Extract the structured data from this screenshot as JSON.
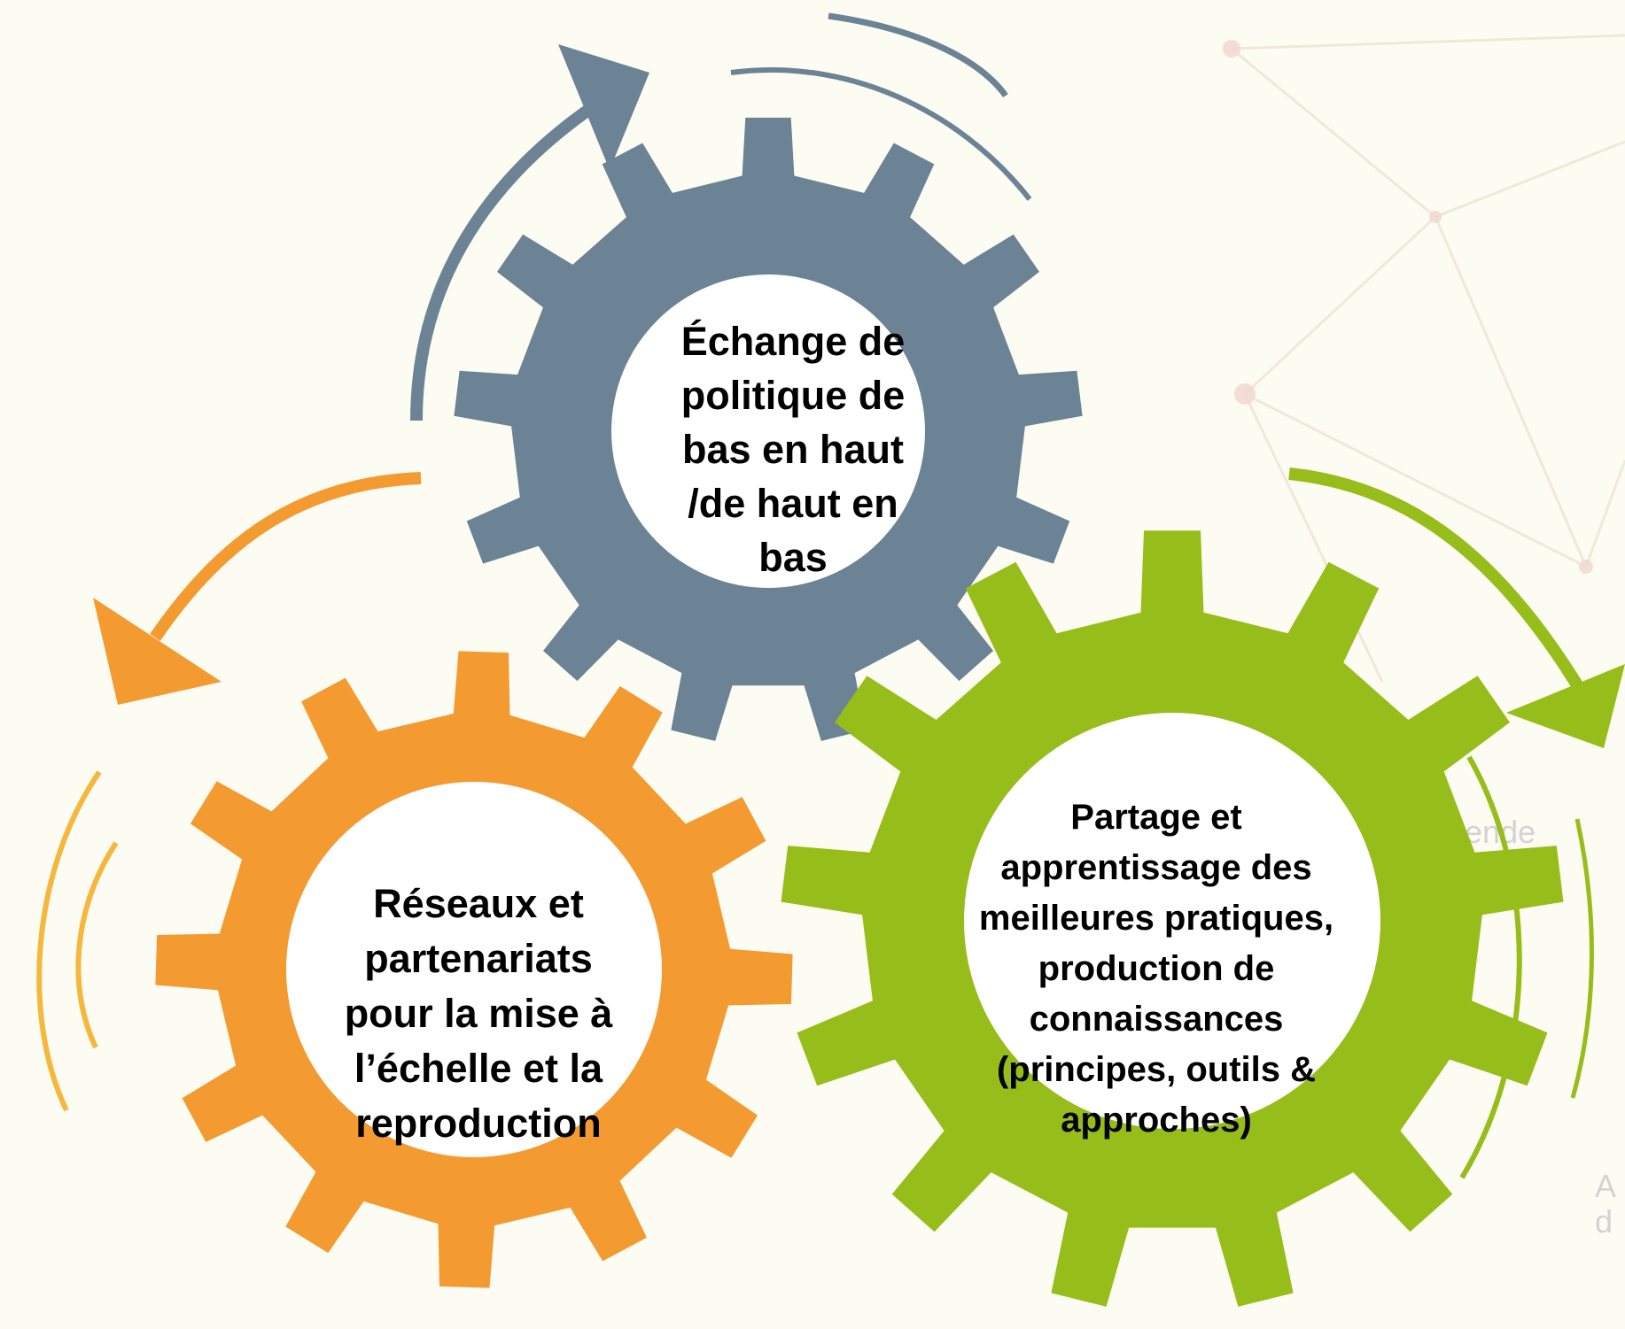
{
  "colors": {
    "background": "#fdfcf3",
    "blue": "#6b8395",
    "orange": "#f39a31",
    "green": "#97bd1a",
    "yellow_arc": "#f5b73c",
    "text": "#000000"
  },
  "gears": {
    "blue": {
      "lines": [
        "Échange de",
        "politique de",
        "bas en haut",
        "/de haut en",
        "bas"
      ]
    },
    "orange": {
      "lines": [
        "Réseaux et",
        "partenariats",
        "pour la mise à",
        "l’échelle et la",
        "reproduction"
      ]
    },
    "green": {
      "lines": [
        "Partage et",
        "apprentissage des",
        "meilleures pratiques,",
        "production de",
        "connaissances",
        "(principes, outils &",
        "approches)"
      ]
    }
  },
  "background_text": {
    "a": "...idende\n...les jeu",
    "b": "A\nd"
  }
}
